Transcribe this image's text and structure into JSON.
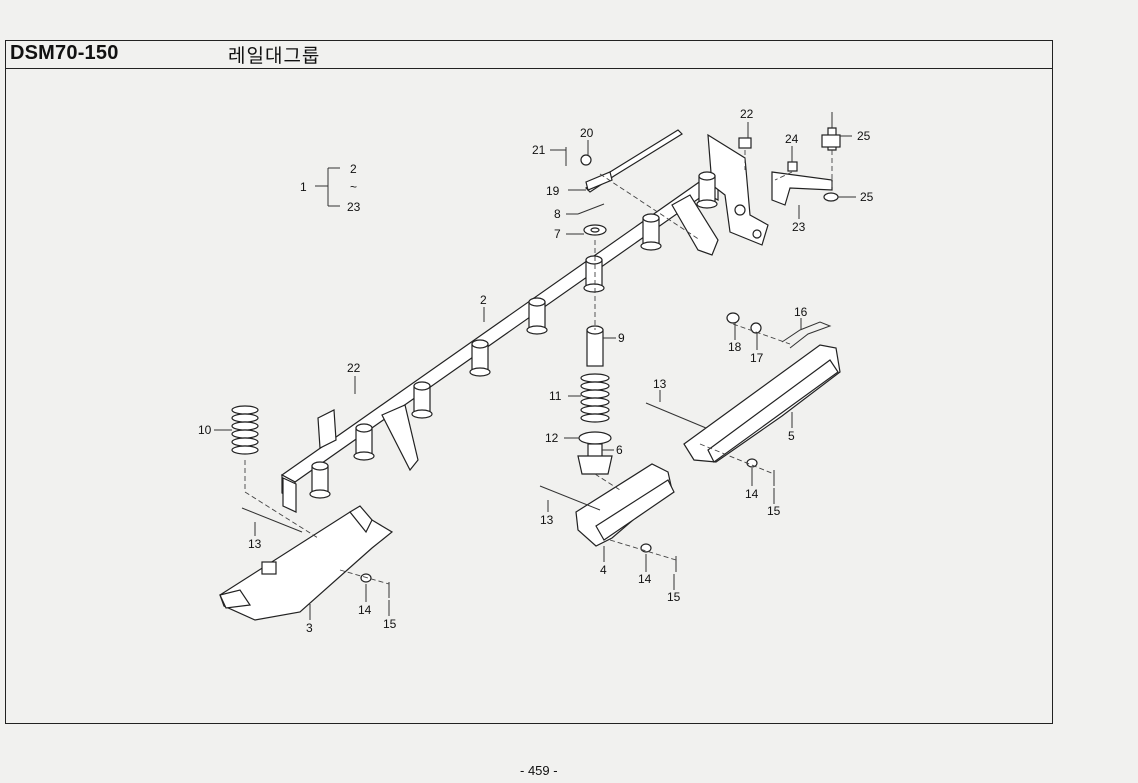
{
  "header": {
    "model": "DSM70-150",
    "group_title": "레일대그룹"
  },
  "footer": {
    "page_number": "- 459 -"
  },
  "callouts": {
    "c1": "1",
    "c2": "2",
    "c23": "23",
    "range_sep": "~",
    "c2b": "2",
    "c3": "3",
    "c4": "4",
    "c5": "5",
    "c6": "6",
    "c7": "7",
    "c8": "8",
    "c9": "9",
    "c10": "10",
    "c11": "11",
    "c12": "12",
    "c13a": "13",
    "c13b": "13",
    "c13c": "13",
    "c14a": "14",
    "c14b": "14",
    "c14c": "14",
    "c15a": "15",
    "c15b": "15",
    "c15c": "15",
    "c16": "16",
    "c17": "17",
    "c18": "18",
    "c19": "19",
    "c20": "20",
    "c21": "21",
    "c22a": "22",
    "c22b": "22",
    "c23b": "23",
    "c24": "24",
    "c25a": "25",
    "c25b": "25"
  }
}
